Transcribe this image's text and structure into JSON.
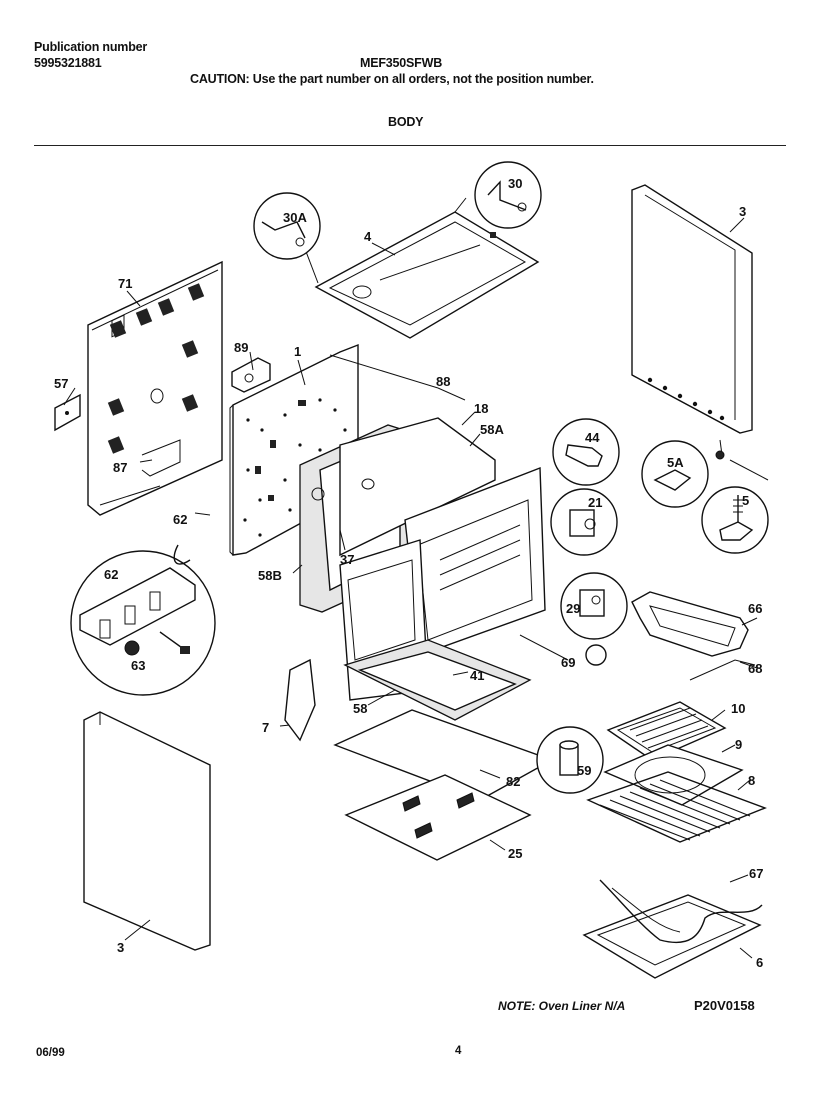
{
  "header": {
    "publication_label": "Publication number",
    "publication_number": "5995321881",
    "model": "MEF350SFWB",
    "caution": "CAUTION:  Use the part number on all orders, not the position number.",
    "section": "BODY"
  },
  "note": "NOTE:  Oven Liner N/A",
  "drawing_code": "P20V0158",
  "footer": {
    "date": "06/99",
    "page": "4"
  },
  "callouts": {
    "c30A": "30A",
    "c30": "30",
    "c4": "4",
    "c3_top": "3",
    "c71": "71",
    "c57": "57",
    "c89": "89",
    "c1": "1",
    "c88": "88",
    "c18": "18",
    "c58A": "58A",
    "c44": "44",
    "c87": "87",
    "c5A": "5A",
    "c5": "5",
    "c21": "21",
    "c62_top": "62",
    "c37": "37",
    "c58B": "58B",
    "c62_inset": "62",
    "c63": "63",
    "c29": "29",
    "c66": "66",
    "c68": "68",
    "c69": "69",
    "c41": "41",
    "c7": "7",
    "c58": "58",
    "c10": "10",
    "c9": "9",
    "c8": "8",
    "c59": "59",
    "c82": "82",
    "c25": "25",
    "c67": "67",
    "c3_bottom": "3",
    "c6": "6"
  }
}
